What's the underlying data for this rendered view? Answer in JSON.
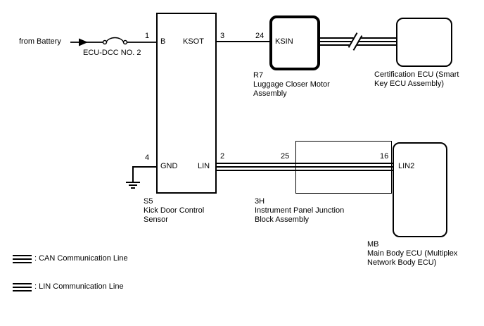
{
  "power": {
    "source_label": "from Battery",
    "fuse_label": "ECU-DCC NO. 2"
  },
  "kick_door_sensor": {
    "pin_b_number": "1",
    "pin_b_label": "B",
    "pin_ksot_number": "3",
    "pin_ksot_label": "KSOT",
    "pin_gnd_number": "4",
    "pin_gnd_label": "GND",
    "pin_lin_number": "2",
    "pin_lin_label": "LIN",
    "code": "S5",
    "name_line1": "Kick Door Control",
    "name_line2": "Sensor"
  },
  "luggage_closer_motor": {
    "pin_number": "24",
    "pin_label": "KSIN",
    "code": "R7",
    "name_line1": "Luggage Closer Motor",
    "name_line2": "Assembly"
  },
  "certification_ecu": {
    "name_line1": "Certification ECU (Smart",
    "name_line2": "Key ECU Assembly)"
  },
  "junction_block": {
    "pin_in_number": "25",
    "pin_out_number": "16",
    "code": "3H",
    "name_line1": "Instrument Panel Junction",
    "name_line2": "Block Assembly"
  },
  "main_body_ecu": {
    "pin_label": "LIN2",
    "code": "MB",
    "name_line1": "Main Body ECU (Multiplex",
    "name_line2": "Network Body ECU)"
  },
  "legend": {
    "can_label": ": CAN Communication Line",
    "lin_label": ": LIN Communication Line"
  },
  "colors": {
    "line": "#000000",
    "background": "#ffffff"
  }
}
